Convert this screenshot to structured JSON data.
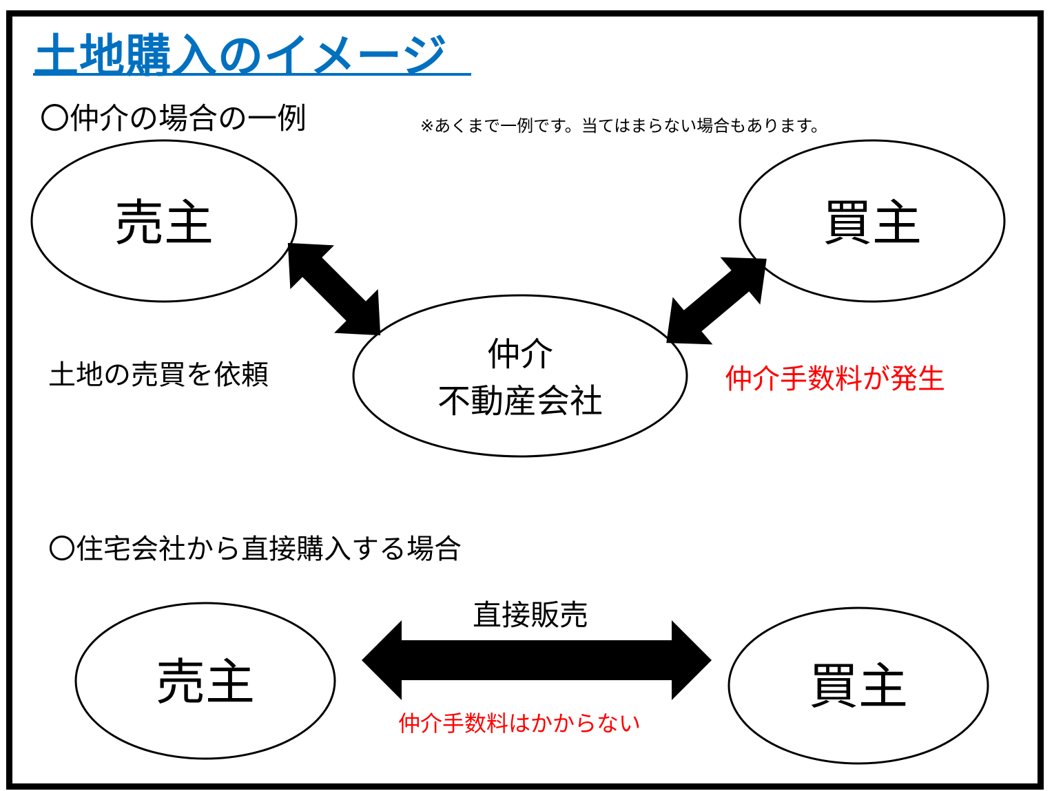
{
  "title": "土地購入のイメージ",
  "colors": {
    "title": "#0070c0",
    "highlight": "#ff0000",
    "line": "#000000"
  },
  "section_brokered": {
    "heading": "〇仲介の場合の一例",
    "note": "※あくまで一例です。当てはまらない場合もあります。",
    "nodes": {
      "seller": "売主",
      "buyer": "買主",
      "agent_line1": "仲介",
      "agent_line2": "不動産会社"
    },
    "labels": {
      "seller_to_agent": "土地の売買を依頼",
      "agent_to_buyer": "仲介手数料が発生"
    },
    "arrows": [
      "double-arrow-seller-agent",
      "double-arrow-agent-buyer"
    ]
  },
  "section_direct": {
    "heading": "〇住宅会社から直接購入する場合",
    "nodes": {
      "seller": "売主",
      "buyer": "買主"
    },
    "labels": {
      "arrow_top": "直接販売",
      "arrow_bottom": "仲介手数料はかからない"
    },
    "arrows": [
      "double-arrow-seller-buyer"
    ]
  }
}
